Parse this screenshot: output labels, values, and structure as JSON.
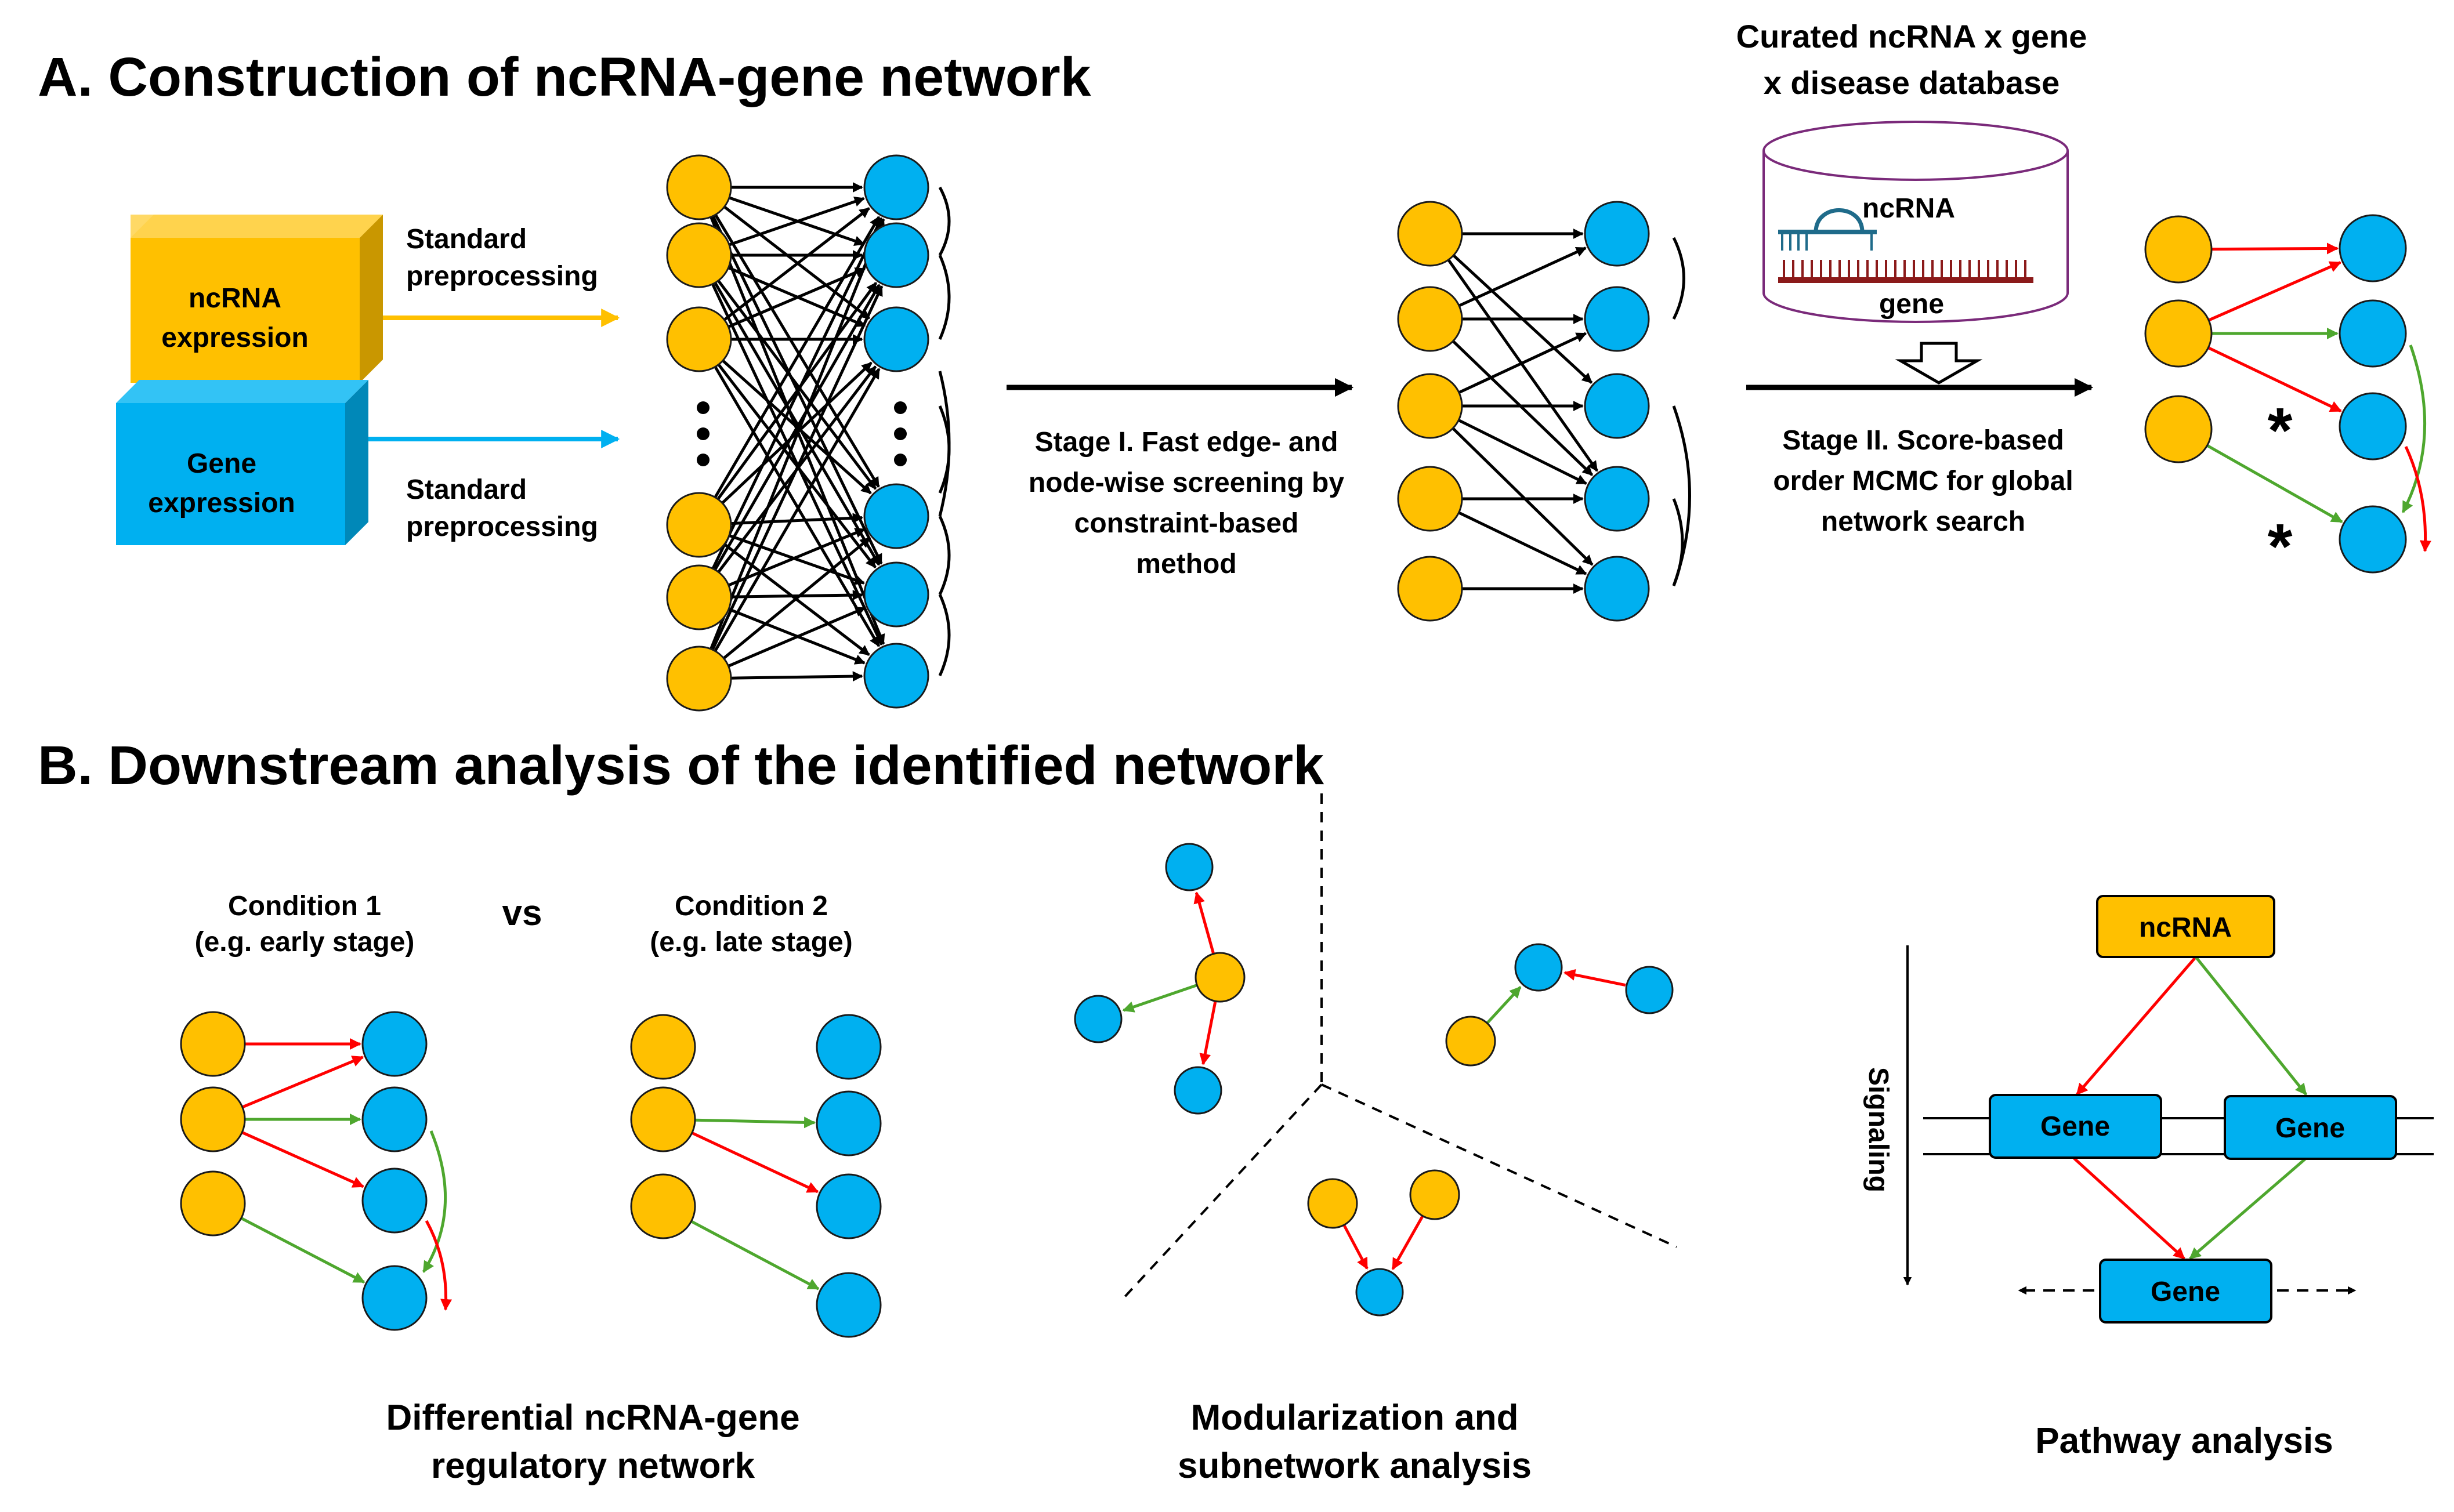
{
  "panelA": {
    "title": "A. Construction of ncRNA-gene network",
    "ncrna_box": [
      "ncRNA",
      "expression"
    ],
    "gene_box": [
      "Gene",
      "expression"
    ],
    "preprocess_top": [
      "Standard",
      "preprocessing"
    ],
    "preprocess_bottom": [
      "Standard",
      "preprocessing"
    ],
    "stage1": [
      "Stage I.  Fast edge- and",
      "node-wise screening by",
      "constraint-based",
      "method"
    ],
    "database_title": [
      "Curated ncRNA x gene",
      "x disease database"
    ],
    "db_ncrna": "ncRNA",
    "db_gene": "gene",
    "stage2": [
      "Stage II.  Score-based",
      "order MCMC for global",
      "network search"
    ],
    "star": "*"
  },
  "panelB": {
    "title": "B. Downstream analysis of the identified network",
    "condition1": [
      "Condition 1",
      "(e.g. early stage)"
    ],
    "vs": "vs",
    "condition2": [
      "Condition 2",
      "(e.g. late stage)"
    ],
    "caption_diff": [
      "Differential ncRNA-gene",
      "regulatory network"
    ],
    "caption_mod": [
      "Modularization and",
      "subnetwork analysis"
    ],
    "caption_path": "Pathway analysis",
    "pathway_ncrna": "ncRNA",
    "pathway_gene_left": "Gene",
    "pathway_gene_right": "Gene",
    "pathway_gene_bottom": "Gene",
    "signaling": "Signaling"
  },
  "colors": {
    "ncrna_node": "#ffc000",
    "gene_node": "#00b0f0",
    "activation_edge": "#ff0000",
    "inhibition_edge": "#4ea72e"
  }
}
